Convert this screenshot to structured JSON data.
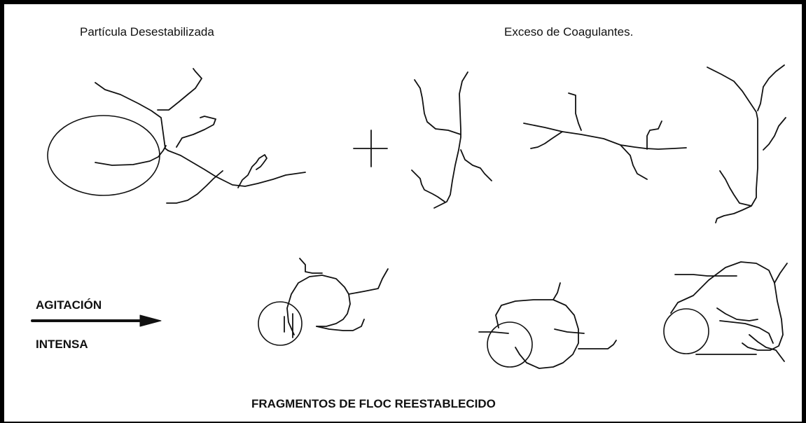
{
  "labels": {
    "top_left": "Partícula Desestabilizada",
    "top_right": "Exceso de Coagulantes.",
    "agitation_line1": "AGITACIÓN",
    "agitation_line2": "INTENSA",
    "caption": "FRAGMENTOS DE FLOC REESTABLECIDO"
  },
  "colors": {
    "background": "#ffffff",
    "stroke": "#111111",
    "frame": "#000000"
  },
  "symbols": {
    "operator": "plus",
    "process_arrow": "right-arrow"
  }
}
